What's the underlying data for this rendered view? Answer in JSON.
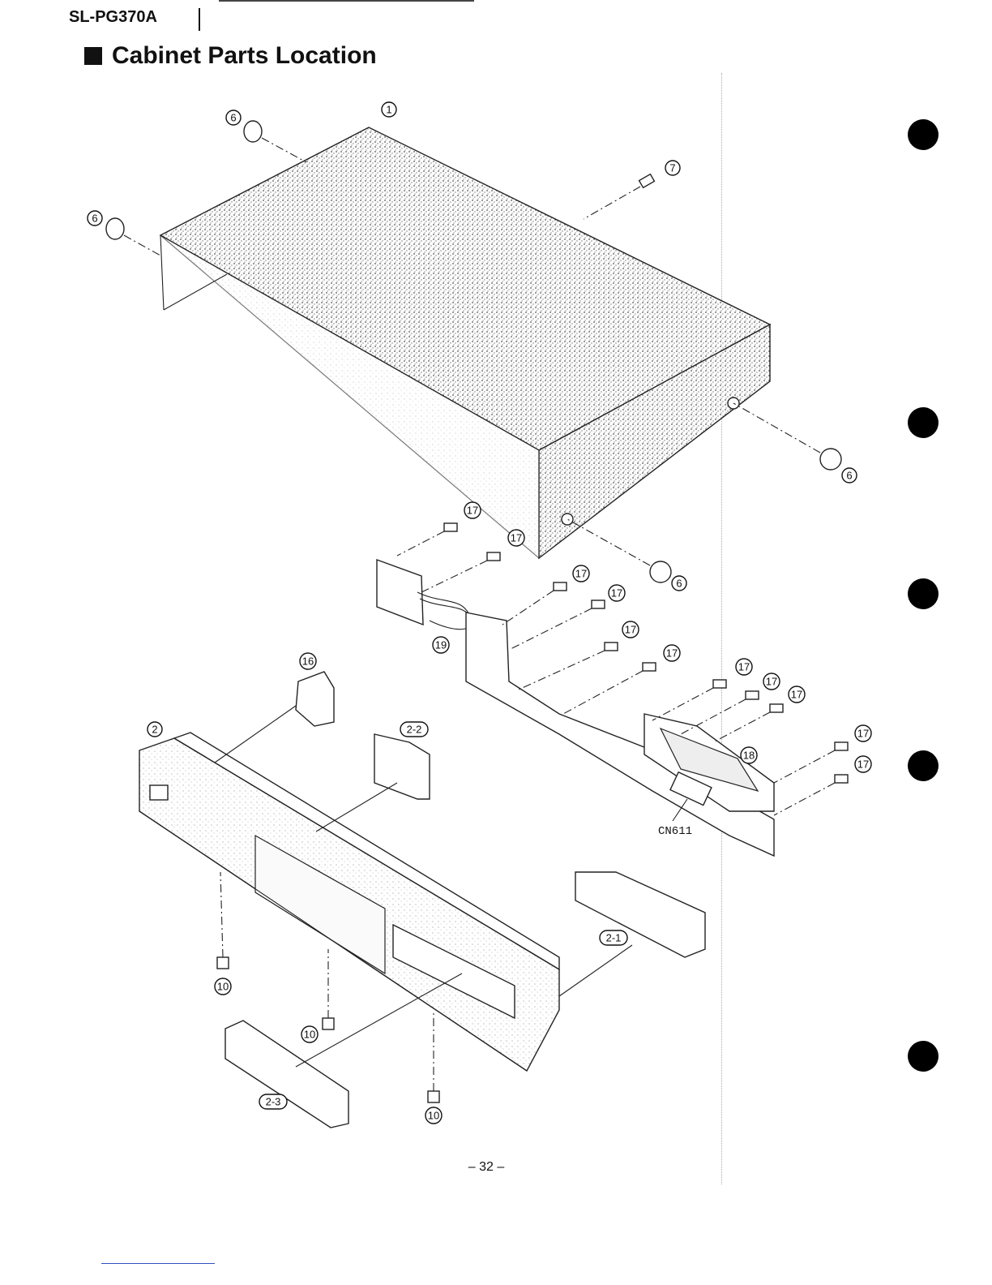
{
  "header": {
    "model": "SL-PG370A"
  },
  "title": "Cabinet Parts Location",
  "footer": {
    "page": "– 32 –"
  },
  "callouts": {
    "c1": "1",
    "c2": "2",
    "c6": "6",
    "c7": "7",
    "c10": "10",
    "c16": "16",
    "c17": "17",
    "c18": "18",
    "c19": "19",
    "c2_1": "2-1",
    "c2_2": "2-2",
    "c2_3": "2-3"
  },
  "labels": {
    "connector": "CN611"
  }
}
